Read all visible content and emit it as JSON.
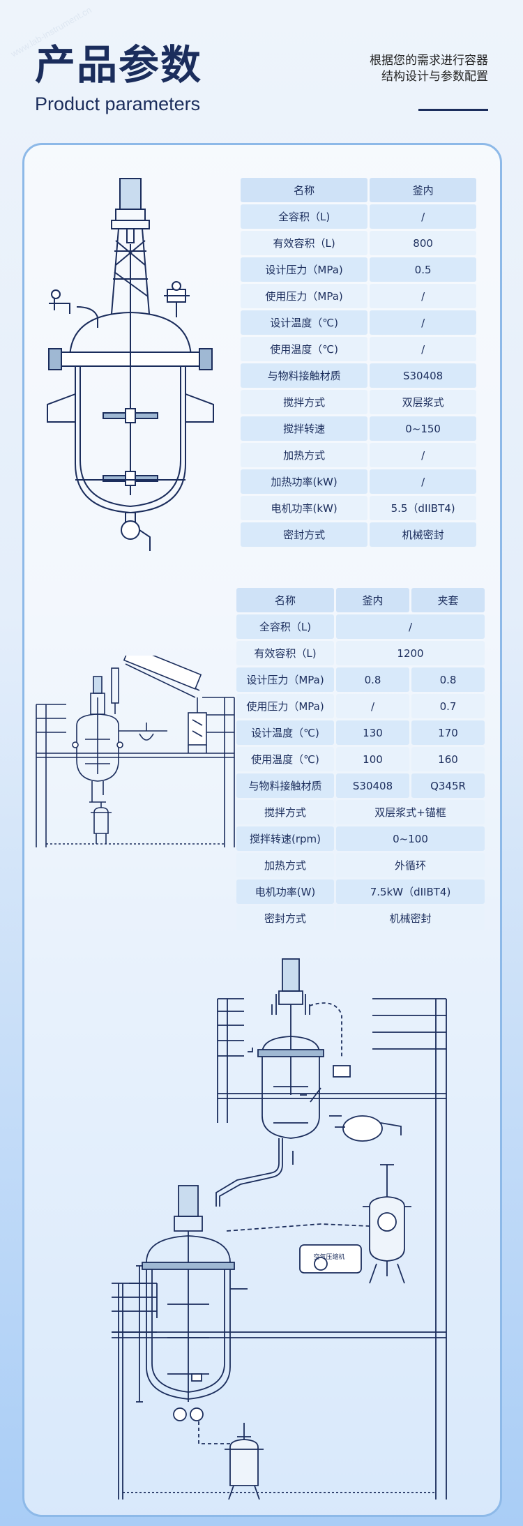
{
  "header": {
    "title_cn": "产品参数",
    "title_en": "Product parameters",
    "tagline_line1": "根据您的需求进行容器",
    "tagline_line2": "结构设计与参数配置"
  },
  "table1": {
    "head": [
      "名称",
      "釜内"
    ],
    "rows": [
      [
        "全容积（L)",
        "/"
      ],
      [
        "有效容积（L)",
        "800"
      ],
      [
        "设计压力（MPa)",
        "0.5"
      ],
      [
        "使用压力（MPa)",
        "/"
      ],
      [
        "设计温度（℃)",
        "/"
      ],
      [
        "使用温度（℃)",
        "/"
      ],
      [
        "与物料接触材质",
        "S30408"
      ],
      [
        "搅拌方式",
        "双层浆式"
      ],
      [
        "搅拌转速",
        "0~150"
      ],
      [
        "加热方式",
        "/"
      ],
      [
        "加热功率(kW)",
        "/"
      ],
      [
        "电机功率(kW)",
        "5.5（dIIBT4)"
      ],
      [
        "密封方式",
        "机械密封"
      ]
    ]
  },
  "table2": {
    "head": [
      "名称",
      "釜内",
      "夹套"
    ],
    "rows": [
      [
        "全容积（L)",
        "/"
      ],
      [
        "有效容积（L)",
        "1200"
      ],
      [
        "设计压力（MPa)",
        "0.8",
        "0.8"
      ],
      [
        "使用压力（MPa)",
        "/",
        "0.7"
      ],
      [
        "设计温度（℃)",
        "130",
        "170"
      ],
      [
        "使用温度（℃)",
        "100",
        "160"
      ],
      [
        "与物料接触材质",
        "S30408",
        "Q345R"
      ],
      [
        "搅拌方式",
        "双层浆式+锚框"
      ],
      [
        "搅拌转速(rpm)",
        "0~100"
      ],
      [
        "加热方式",
        "外循环"
      ],
      [
        "电机功率(W)",
        "7.5kW（dIIBT4)"
      ],
      [
        "密封方式",
        "机械密封"
      ]
    ]
  },
  "diagram3": {
    "compressor_label": "空气压缩机"
  },
  "colors": {
    "navy": "#1b2d5c",
    "cell": "#d8e9fa",
    "card_border": "#8db9e8"
  }
}
